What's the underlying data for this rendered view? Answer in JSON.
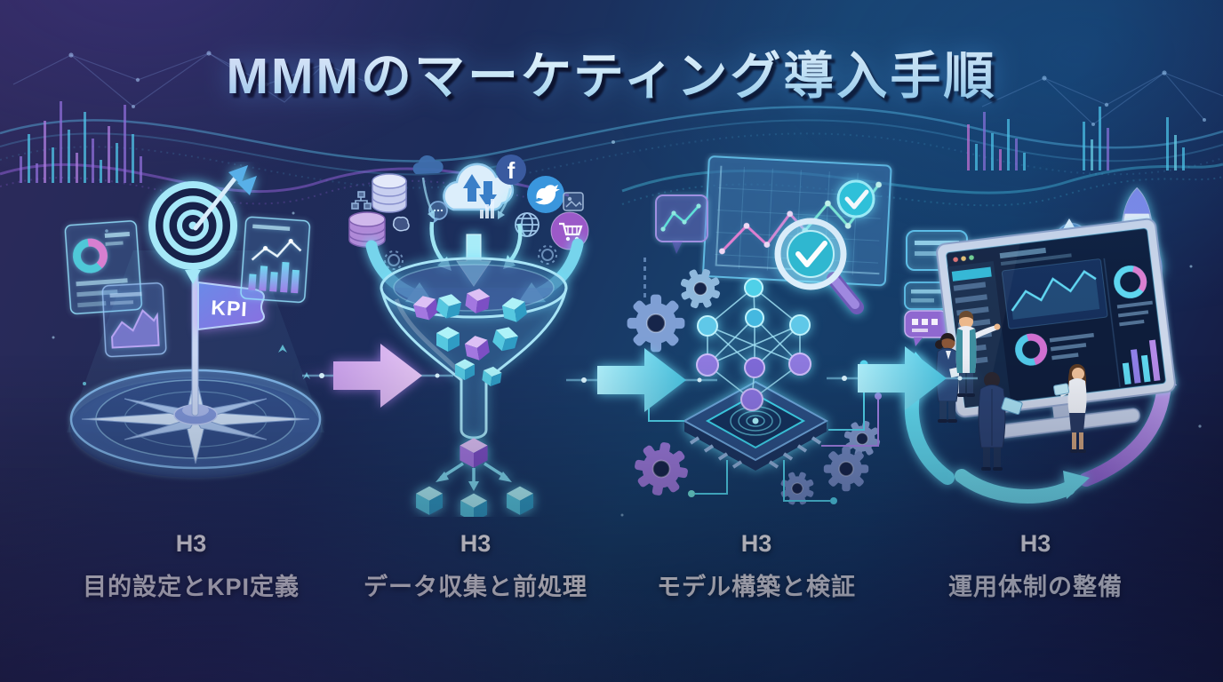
{
  "title": "MMMのマーケティング導入手順",
  "stages": [
    {
      "id": "step-1",
      "heading": "H3",
      "label": "目的設定とKPI定義",
      "flag_text": "KPI",
      "illustration": "target-compass-kpi"
    },
    {
      "id": "step-2",
      "heading": "H3",
      "label": "データ収集と前処理",
      "facebook_letter": "f",
      "illustration": "data-sources-funnel"
    },
    {
      "id": "step-3",
      "heading": "H3",
      "label": "モデル構築と検証",
      "illustration": "neural-network-chip"
    },
    {
      "id": "step-4",
      "heading": "H3",
      "label": "運用体制の整備",
      "illustration": "team-dashboard-cycle"
    }
  ],
  "icons": {
    "stage1": [
      "target-arrow-icon",
      "kpi-flag-icon",
      "compass-icon",
      "donut-chart-panel-icon",
      "bar-chart-panel-icon",
      "area-chart-panel-icon"
    ],
    "stage2": [
      "database-icon",
      "cloud-sync-icon",
      "facebook-icon",
      "twitter-icon",
      "globe-icon",
      "shopping-cart-icon",
      "funnel-icon",
      "data-cube-icon"
    ],
    "stage3": [
      "gear-icon",
      "neural-network-icon",
      "cpu-chip-icon",
      "line-chart-panel-icon",
      "magnifier-check-icon",
      "check-badge-icon"
    ],
    "stage4": [
      "dashboard-monitor-icon",
      "team-members-icon",
      "cycle-arrows-icon",
      "rocket-icon",
      "cloud-upload-icon",
      "chat-panel-icon"
    ]
  },
  "colors": {
    "background_purple": "#2e2a5c",
    "background_blue": "#17406c",
    "background_bottom": "#151637",
    "accent_cyan": "#5fe0f5",
    "accent_purple": "#9a6fd8",
    "accent_pink": "#d87fd0",
    "title_text": "#cfe9f8",
    "caption_text": "#ffffff"
  }
}
